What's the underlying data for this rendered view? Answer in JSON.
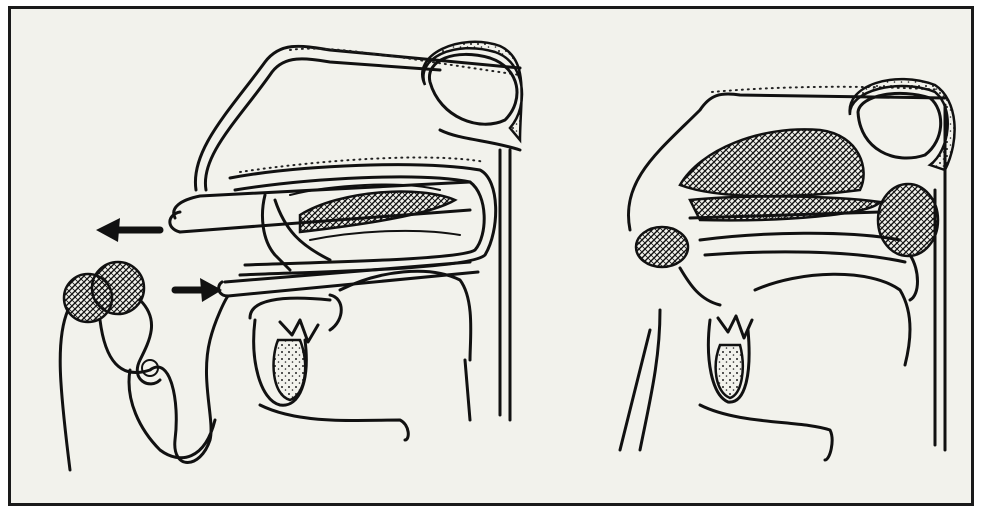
{
  "figure": {
    "panels": [
      {
        "id": "left",
        "subject": "nasal-packing-insertion"
      },
      {
        "id": "right",
        "subject": "nasal-packing-in-place"
      }
    ],
    "colors": {
      "ink": "#111111",
      "paper": "#f2f2ec",
      "border": "#1a1a1a"
    },
    "icons": [
      "arrow-left-icon",
      "arrow-right-icon"
    ]
  }
}
